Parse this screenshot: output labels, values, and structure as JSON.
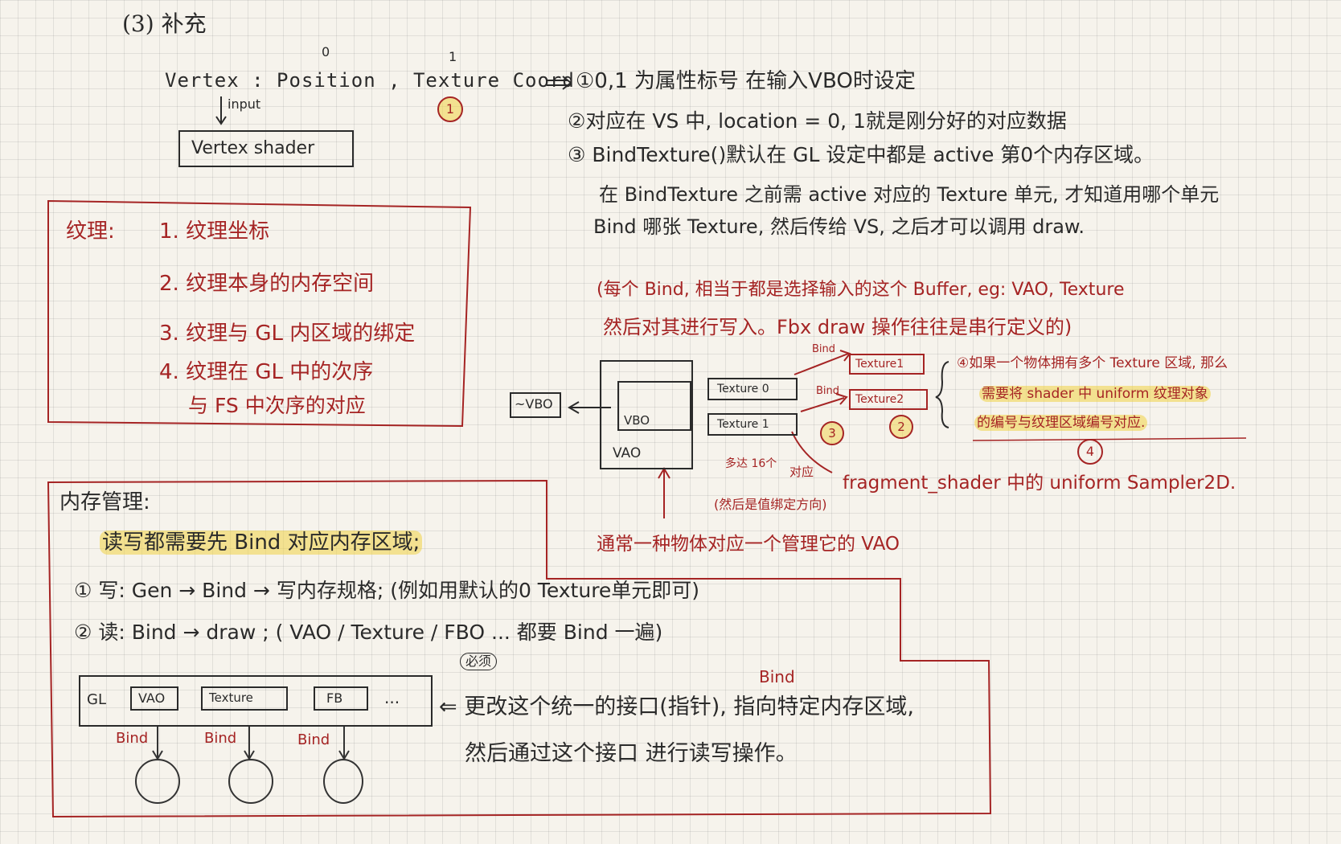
{
  "section_heading": "(3) 补充",
  "vertex_line": {
    "label": "Vertex : Position , Texture Coord",
    "index_0": "0",
    "index_1": "1",
    "circle_mark": "1",
    "input_label": "input",
    "shader_box": "Vertex shader"
  },
  "notes_right": {
    "note1": "①0,1 为属性标号 在输入VBO时设定",
    "note2": "②对应在 VS 中, location = 0, 1就是刚分好的对应数据",
    "note3": "③ BindTexture()默认在 GL 设定中都是 active 第0个内存区域。",
    "note4": "在 BindTexture 之前需 active 对应的 Texture 单元, 才知道用哪个单元",
    "note5": "Bind 哪张 Texture, 然后传给 VS, 之后才可以调用 draw."
  },
  "texture_box": {
    "label": "纹理:",
    "items": [
      "1. 纹理坐标",
      "2. 纹理本身的内存空间",
      "3. 纹理与 GL 内区域的绑定",
      "4. 纹理在 GL 中的次序"
    ],
    "item4_cont": "与 FS 中次序的对应"
  },
  "bind_notes": {
    "line1": "(每个 Bind, 相当于都是选择输入的这个 Buffer, eg: VAO, Texture",
    "line2": "然后对其进行写入。Fbx draw 操作往往是串行定义的)"
  },
  "diagram": {
    "vbo_out": "~VBO",
    "vbo": "VBO",
    "vao": "VAO",
    "texture0": "Texture 0",
    "texture1": "Texture 1",
    "texture_right1": "Texture1",
    "texture_right2": "Texture2",
    "bind_a": "Bind",
    "bind_b": "Bind",
    "circle3": "3",
    "circle2": "2",
    "count_note": "多达 16个",
    "corresponds": "对应",
    "fragment": "fragment_shader 中的 uniform Sampler2D.",
    "bracket_note": "(然后是值绑定方向)",
    "vao_note": "通常一种物体对应一个管理它的 VAO",
    "note4_line1": "④如果一个物体拥有多个 Texture 区域, 那么",
    "note4_line2": "需要将 shader 中 uniform 纹理对象",
    "note4_line3": "的编号与纹理区域编号对应.",
    "circle4": "4"
  },
  "memory": {
    "title": "内存管理:",
    "subtitle": "读写都需要先 Bind 对应内存区域;",
    "write": "① 写: Gen → Bind → 写内存规格; (例如用默认的0 Texture单元即可)",
    "read": "② 读: Bind → draw ; ( VAO / Texture / FBO ... 都要 Bind 一遍)",
    "gl_row": {
      "gl": "GL",
      "vao": "VAO",
      "texture": "Texture",
      "fb": "FB",
      "dots": "...",
      "bind_labels": [
        "Bind",
        "Bind",
        "Bind"
      ]
    },
    "circled_word": "必须",
    "bind_top": "Bind",
    "change_line": "⇐ 更改这个统一的接口(指针), 指向特定内存区域,",
    "then_line": "然后通过这个接口 进行读写操作。"
  },
  "colors": {
    "ink": "#2a2a2a",
    "red_ink": "#a52424",
    "highlight": "#f0d246",
    "paper": "#f6f3ec"
  }
}
